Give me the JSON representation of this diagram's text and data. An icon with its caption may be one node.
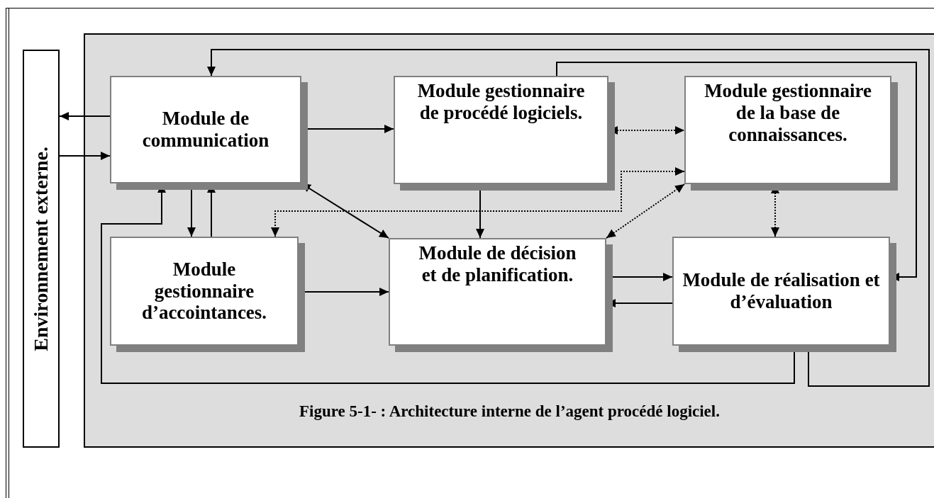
{
  "diagram": {
    "caption": "Figure 5-1- : Architecture interne de l’agent procédé logiciel.",
    "nodes": [
      {
        "text": [
          "Environnement externe."
        ]
      },
      {
        "text": [],
        "shape": "box"
      },
      {
        "text": [
          "Module de communication"
        ],
        "in": 1
      },
      {
        "text": [
          "Module gestionnaire de procédé logiciels."
        ],
        "in": 1
      },
      {
        "text": [
          "Module gestionnaire de la base de connaissances."
        ],
        "in": 1
      },
      {
        "text": [
          "Module gestionnaire d’accointances."
        ],
        "in": 1
      },
      {
        "text": [
          "Module de décision et de planification."
        ],
        "in": 1
      },
      {
        "text": [
          "Module de réalisation et d’évaluation"
        ],
        "in": 1
      }
    ],
    "edges": [
      {
        "from": 2,
        "to": 0,
        "arrow": "to"
      },
      {
        "from": 0,
        "to": 2,
        "arrow": "to"
      },
      {
        "from": 2,
        "to": 3,
        "arrow": "to"
      },
      {
        "from": 3,
        "to": 4,
        "arrow": "both",
        "style": "dashed"
      },
      {
        "from": 4,
        "to": 5,
        "arrow": "both",
        "style": "dashed"
      },
      {
        "from": 2,
        "to": 6,
        "arrow": "both"
      },
      {
        "from": 3,
        "to": 6,
        "arrow": "to"
      },
      {
        "from": 6,
        "to": 4,
        "arrow": "both",
        "style": "dashed"
      },
      {
        "from": 4,
        "to": 7,
        "arrow": "both",
        "style": "dashed"
      },
      {
        "from": 2,
        "to": 5,
        "arrow": "to"
      },
      {
        "from": 5,
        "to": 2,
        "arrow": "to"
      },
      {
        "from": 5,
        "to": 6,
        "arrow": "to"
      },
      {
        "from": 6,
        "to": 7,
        "arrow": "to"
      },
      {
        "from": 7,
        "to": 6,
        "arrow": "to"
      },
      {
        "from": 3,
        "to": 7,
        "arrow": "to"
      },
      {
        "from": 7,
        "to": 2,
        "arrow": "to"
      },
      {
        "from": 7,
        "to": 2,
        "arrow": "to"
      }
    ]
  }
}
